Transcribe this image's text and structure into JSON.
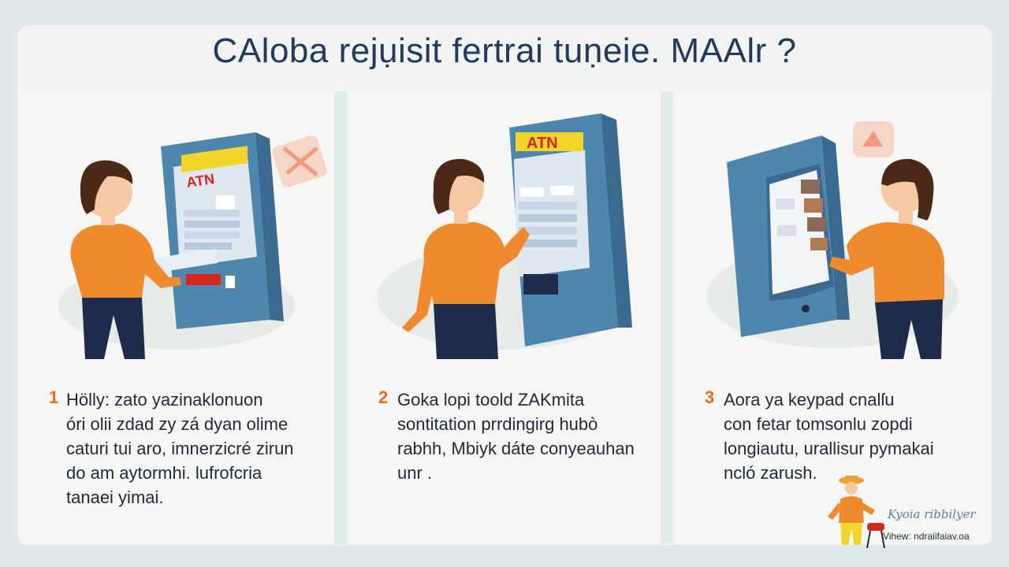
{
  "title": "CAloba rejụisit fertrai tuṇeie. MAAlr ?",
  "steps": [
    {
      "number": "1",
      "lines": [
        "Hölly: zato yazinaklonuon",
        "óri olii zdad zy zá dyan olime",
        "caturi tui aro, imnerzicré zirun",
        "do am aytormhi. lufrofcria",
        "tanaei yimai."
      ]
    },
    {
      "number": "2",
      "lines": [
        "Goka lopi toold ZAKmita",
        "sontitation prrdingirg hubò",
        "rabhh, Mbiyk dáte conyeauhan",
        "unr ."
      ]
    },
    {
      "number": "3",
      "lines": [
        "Aora ya keypad cnalſu",
        "con fetar tomsonlu zopdi",
        "longiautu, urallisur pymakai",
        "ncló zarush."
      ]
    }
  ],
  "kiosk": {
    "sign_text": "ATN",
    "colors": {
      "body": "#4f86ad",
      "body_dark": "#3a6a8f",
      "sign": "#f2d52b",
      "sign_text": "#d0271e",
      "shirt": "#f08a2e",
      "pants": "#1f2b4a",
      "hair": "#4a2a17",
      "skin": "#f6c9a4"
    }
  },
  "brand": {
    "name": "Kyoia ribbilyer",
    "url": "Vihew: ndraiifaiav.oa"
  },
  "colors": {
    "background": "#dfe9ea",
    "card": "#f1f4f2",
    "title": "#233a5e",
    "step_number": "#e96a1c",
    "text": "#1e2a38"
  }
}
